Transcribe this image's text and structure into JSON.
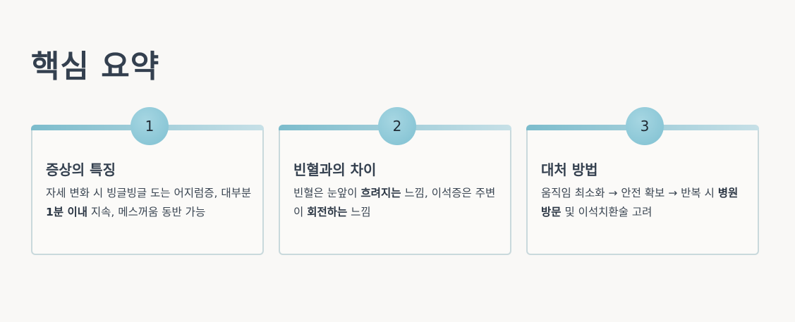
{
  "page": {
    "title": "핵심 요약"
  },
  "cards": [
    {
      "number": "1",
      "title": "증상의 특징",
      "body": [
        {
          "text": "자세 변화 시 빙글빙글 도는 어지럼증, 대부분 ",
          "bold": false
        },
        {
          "text": "1분 이내",
          "bold": true
        },
        {
          "text": " 지속, 메스꺼움 동반 가능",
          "bold": false
        }
      ]
    },
    {
      "number": "2",
      "title": "빈혈과의 차이",
      "body": [
        {
          "text": "빈혈은 눈앞이 ",
          "bold": false
        },
        {
          "text": "흐려지는",
          "bold": true
        },
        {
          "text": " 느낌, 이석증은 주변이 ",
          "bold": false
        },
        {
          "text": "회전하는",
          "bold": true
        },
        {
          "text": " 느낌",
          "bold": false
        }
      ]
    },
    {
      "number": "3",
      "title": "대처 방법",
      "body": [
        {
          "text": "움직임 최소화 → 안전 확보 → 반복 시 ",
          "bold": false
        },
        {
          "text": "병원 방문",
          "bold": true
        },
        {
          "text": " 및 이석치환술 고려",
          "bold": false
        }
      ]
    }
  ],
  "colors": {
    "background": "#f9f8f6",
    "accent": "#7cbccc",
    "card_border": "#c9d9dc",
    "text": "#34404f"
  }
}
